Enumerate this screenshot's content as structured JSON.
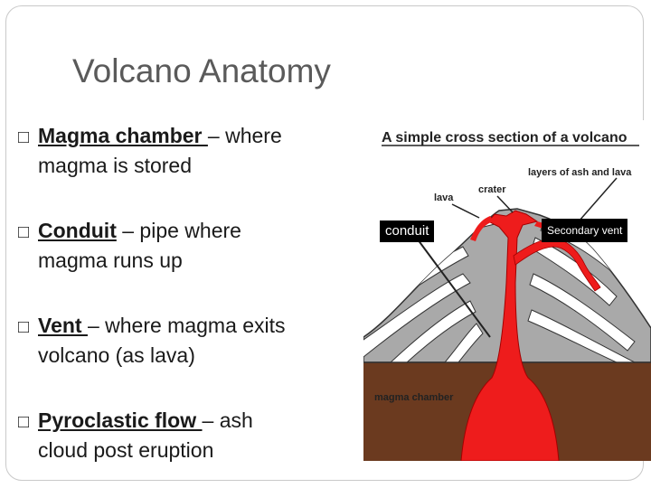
{
  "slide": {
    "title": "Volcano Anatomy",
    "bullets": [
      {
        "marker": "",
        "term": "Magma chamber ",
        "rest": "– where",
        "line2": "magma is stored"
      },
      {
        "marker": "",
        "term": "Conduit",
        "rest": " – pipe where",
        "line2": "magma runs up"
      },
      {
        "marker": "",
        "term": "Vent ",
        "rest": "– where magma exits",
        "line2": "volcano (as lava)"
      },
      {
        "marker": "",
        "term": "Pyroclastic flow ",
        "rest": "– ash",
        "line2": "cloud post eruption"
      }
    ]
  },
  "diagram": {
    "heading": "A simple cross section of a volcano",
    "labels": {
      "layers": "layers of ash and lava",
      "crater": "crater",
      "lava": "lava",
      "chamber": "magma chamber"
    },
    "callouts": {
      "conduit": "conduit",
      "secondary_vent": "Secondary vent"
    },
    "colors": {
      "magma": "#ee1c1c",
      "rock_gray": "#a9a9a9",
      "ash_white": "#ffffff",
      "ground": "#6b3a1f"
    }
  }
}
